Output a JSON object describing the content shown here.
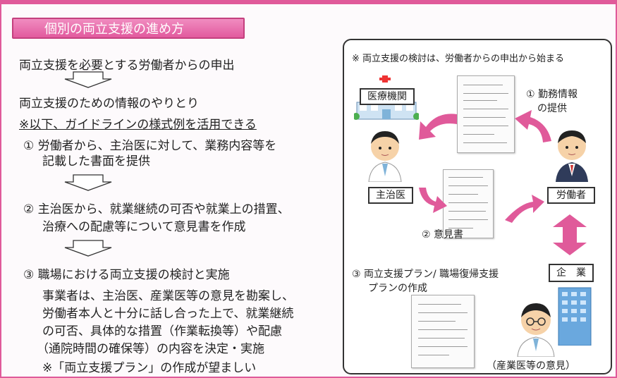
{
  "heading": "個別の両立支援の進め方",
  "steps": {
    "start": "両立支援を必要とする労働者からの申出",
    "exchange": "両立支援のための情報のやりとり",
    "guideline_note": "※以下、ガイドラインの様式例を活用できる",
    "s1_line1": "① 労働者から、主治医に対して、業務内容等を",
    "s1_line2": "記載した書面を提供",
    "s2_line1": "② 主治医から、就業継続の可否や就業上の措置、",
    "s2_line2": "治療への配慮等について意見書を作成",
    "s3_title": "③ 職場における両立支援の検討と実施",
    "s3_line1": "事業者は、主治医、産業医等の意見を勘案し、",
    "s3_line2": "労働者本人と十分に話し合った上で、就業継続",
    "s3_line3": "の可否、具体的な措置（作業転換等）や配慮",
    "s3_line4": "（通院時間の確保等）の内容を決定・実施",
    "s3_note": "※「両立支援プラン」の作成が望ましい"
  },
  "diagram": {
    "note": "※ 両立支援の検討は、労働者からの申出から始まる",
    "medical": "医療機関",
    "work_info_1": "① 勤務情報",
    "work_info_2": "の提供",
    "doctor": "主治医",
    "worker": "労働者",
    "opinion": "② 意見書",
    "plan_1": "③ 両立支援プラン/ 職場復帰支援",
    "plan_2": "プランの作成",
    "company": "企　業",
    "occupational_doctor": "（産業医等の意見）"
  },
  "colors": {
    "accent": "#e05a9a",
    "arrow_pink": "#e05a9a",
    "arrow_outline": "#333333"
  }
}
